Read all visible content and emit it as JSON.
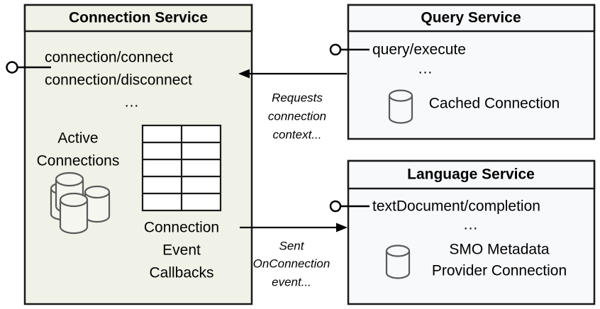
{
  "diagram": {
    "type": "component-architecture",
    "background": "#ffffff",
    "colors": {
      "connection_service_fill": "#f1f2e7",
      "service_fill": "#f8f9fb",
      "border": "#1a1a1a",
      "cylinder_stroke": "#595959",
      "text": "#000000"
    }
  },
  "components": {
    "connection_service": {
      "title": "Connection Service",
      "endpoints": [
        "connection/connect",
        "connection/disconnect"
      ],
      "endpoints_more": "...",
      "stores": [
        {
          "icon": "database-cluster-icon",
          "label_lines": [
            "Active",
            "Connections"
          ]
        },
        {
          "icon": "table-grid-icon",
          "label_lines": [
            "Connection",
            "Event",
            "Callbacks"
          ]
        }
      ]
    },
    "query_service": {
      "title": "Query Service",
      "endpoints": [
        "query/execute"
      ],
      "endpoints_more": "...",
      "stores": [
        {
          "icon": "database-cylinder-icon",
          "label_lines": [
            "Cached Connection"
          ]
        }
      ]
    },
    "language_service": {
      "title": "Language Service",
      "endpoints": [
        "textDocument/completion"
      ],
      "endpoints_more": "...",
      "stores": [
        {
          "icon": "database-cylinder-icon",
          "label_lines": [
            "SMO Metadata",
            "Provider Connection"
          ]
        }
      ]
    }
  },
  "connections": {
    "query_to_connection": {
      "label_lines": [
        "Requests",
        "connection",
        "context..."
      ],
      "direction": "query-service-to-connection-service"
    },
    "connection_to_language": {
      "label_lines": [
        "Sent",
        "OnConnection",
        "event..."
      ],
      "direction": "connection-service-to-language-service"
    }
  },
  "interfaces": [
    {
      "name": "connection-service-provided-interface"
    },
    {
      "name": "query-service-provided-interface"
    },
    {
      "name": "language-service-provided-interface"
    }
  ]
}
